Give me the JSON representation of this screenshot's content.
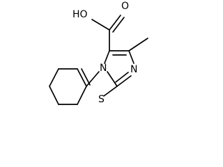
{
  "molecule": {
    "atoms": {
      "carboxyl_hydroxyl": "HO",
      "carbonyl_oxygen": "O",
      "bridgehead_nitrogen": "N",
      "imine_nitrogen": "N",
      "sulfur": "S"
    }
  }
}
